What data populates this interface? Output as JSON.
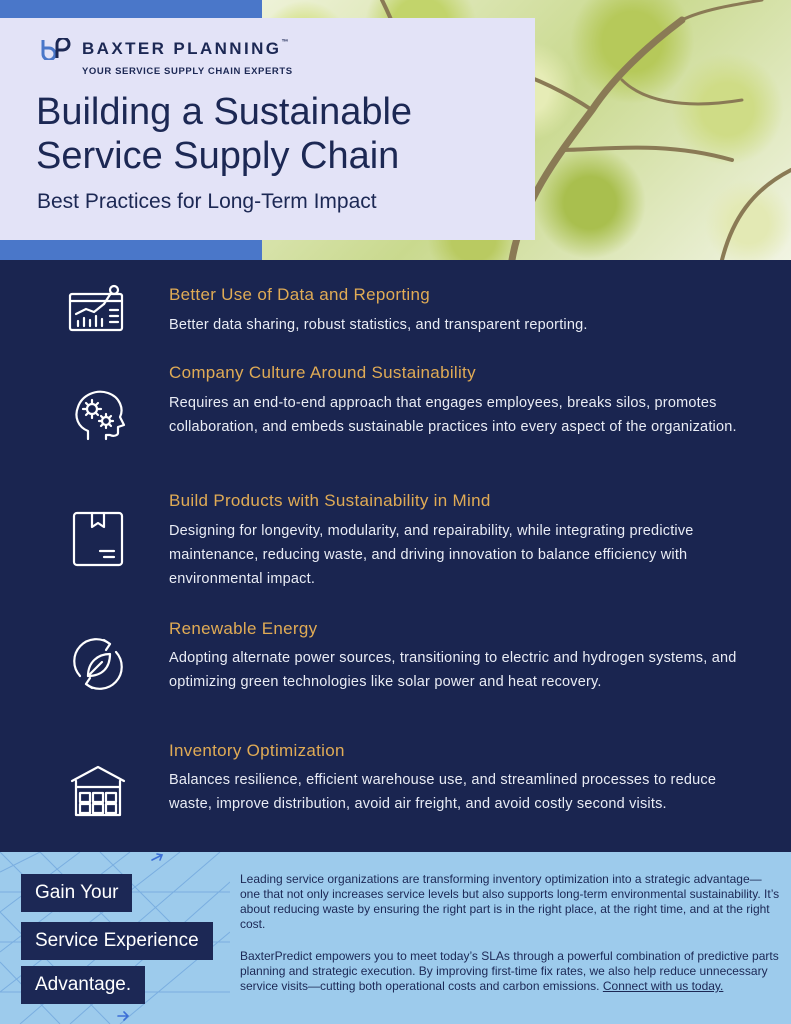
{
  "header": {
    "brand": "BAXTER PLANNING",
    "trademark": "™",
    "tagline": "YOUR SERVICE SUPPLY CHAIN EXPERTS",
    "title_line1": "Building a Sustainable",
    "title_line2": "Service Supply Chain",
    "subtitle": "Best Practices for Long-Term Impact",
    "logo_icon": "bp-logo-icon"
  },
  "items": [
    {
      "icon": "chart-dashboard-icon",
      "heading": "Better Use of Data and Reporting",
      "body": "Better data sharing, robust statistics, and transparent reporting."
    },
    {
      "icon": "head-gears-icon",
      "heading": "Company Culture Around Sustainability",
      "body": "Requires an end-to-end approach that engages employees, breaks silos, promotes collaboration, and embeds sustainable practices into every aspect of the organization."
    },
    {
      "icon": "product-box-icon",
      "heading": "Build Products with Sustainability in Mind",
      "body": "Designing for longevity, modularity, and repairability, while integrating predictive maintenance, reducing waste, and driving innovation to balance efficiency with environmental impact."
    },
    {
      "icon": "leaf-cycle-icon",
      "heading": "Renewable Energy",
      "body": "Adopting alternate power sources, transitioning to electric and hydrogen systems, and optimizing green technologies like solar power and heat recovery."
    },
    {
      "icon": "warehouse-icon",
      "heading": "Inventory Optimization",
      "body": "Balances resilience, efficient warehouse use, and streamlined processes to reduce waste, improve distribution, avoid air freight, and avoid costly second visits."
    }
  ],
  "footer": {
    "gain_lines": [
      "Gain Your",
      "Service Experience",
      "Advantage."
    ],
    "paragraph1": "Leading service organizations are transforming inventory optimization into a strategic advantage—one that not only increases service levels but also supports long-term environmental sustainability. It’s about reducing waste by ensuring the right part is in the right place, at the right time, and at the right cost.",
    "paragraph2": "BaxterPredict empowers you to meet today’s SLAs through a powerful combination of predictive parts planning and strategic execution. By improving first-time fix rates, we also help reduce unnecessary service visits—cutting both operational costs and carbon emissions.",
    "link_text": "Connect with us today."
  },
  "colors": {
    "navy": "#1a2550",
    "gold": "#e0ab55",
    "lavender": "#e3e3f7",
    "accent_blue": "#4a77c9",
    "sky": "#9dcbec"
  }
}
